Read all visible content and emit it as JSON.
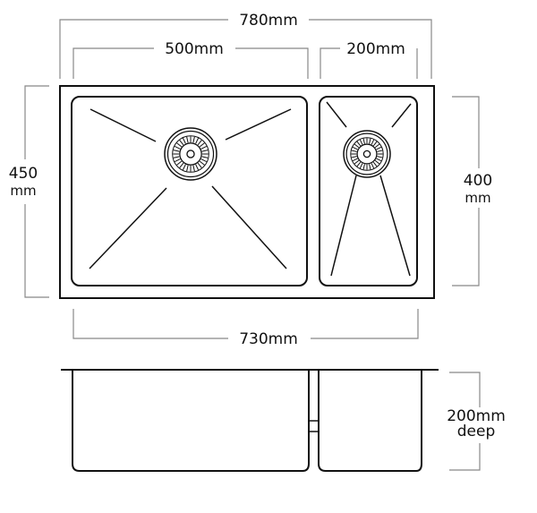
{
  "dimensions": {
    "overall_width": "780mm",
    "left_bowl_width": "500mm",
    "right_bowl_width": "200mm",
    "overall_depth_value": "450",
    "overall_depth_unit": "mm",
    "right_bowl_depth_value": "400",
    "right_bowl_depth_unit": "mm",
    "internal_width": "730mm",
    "bowl_height_value": "200mm",
    "bowl_height_label": "deep"
  },
  "colors": {
    "line": "#111111",
    "dimension": "#888888"
  }
}
